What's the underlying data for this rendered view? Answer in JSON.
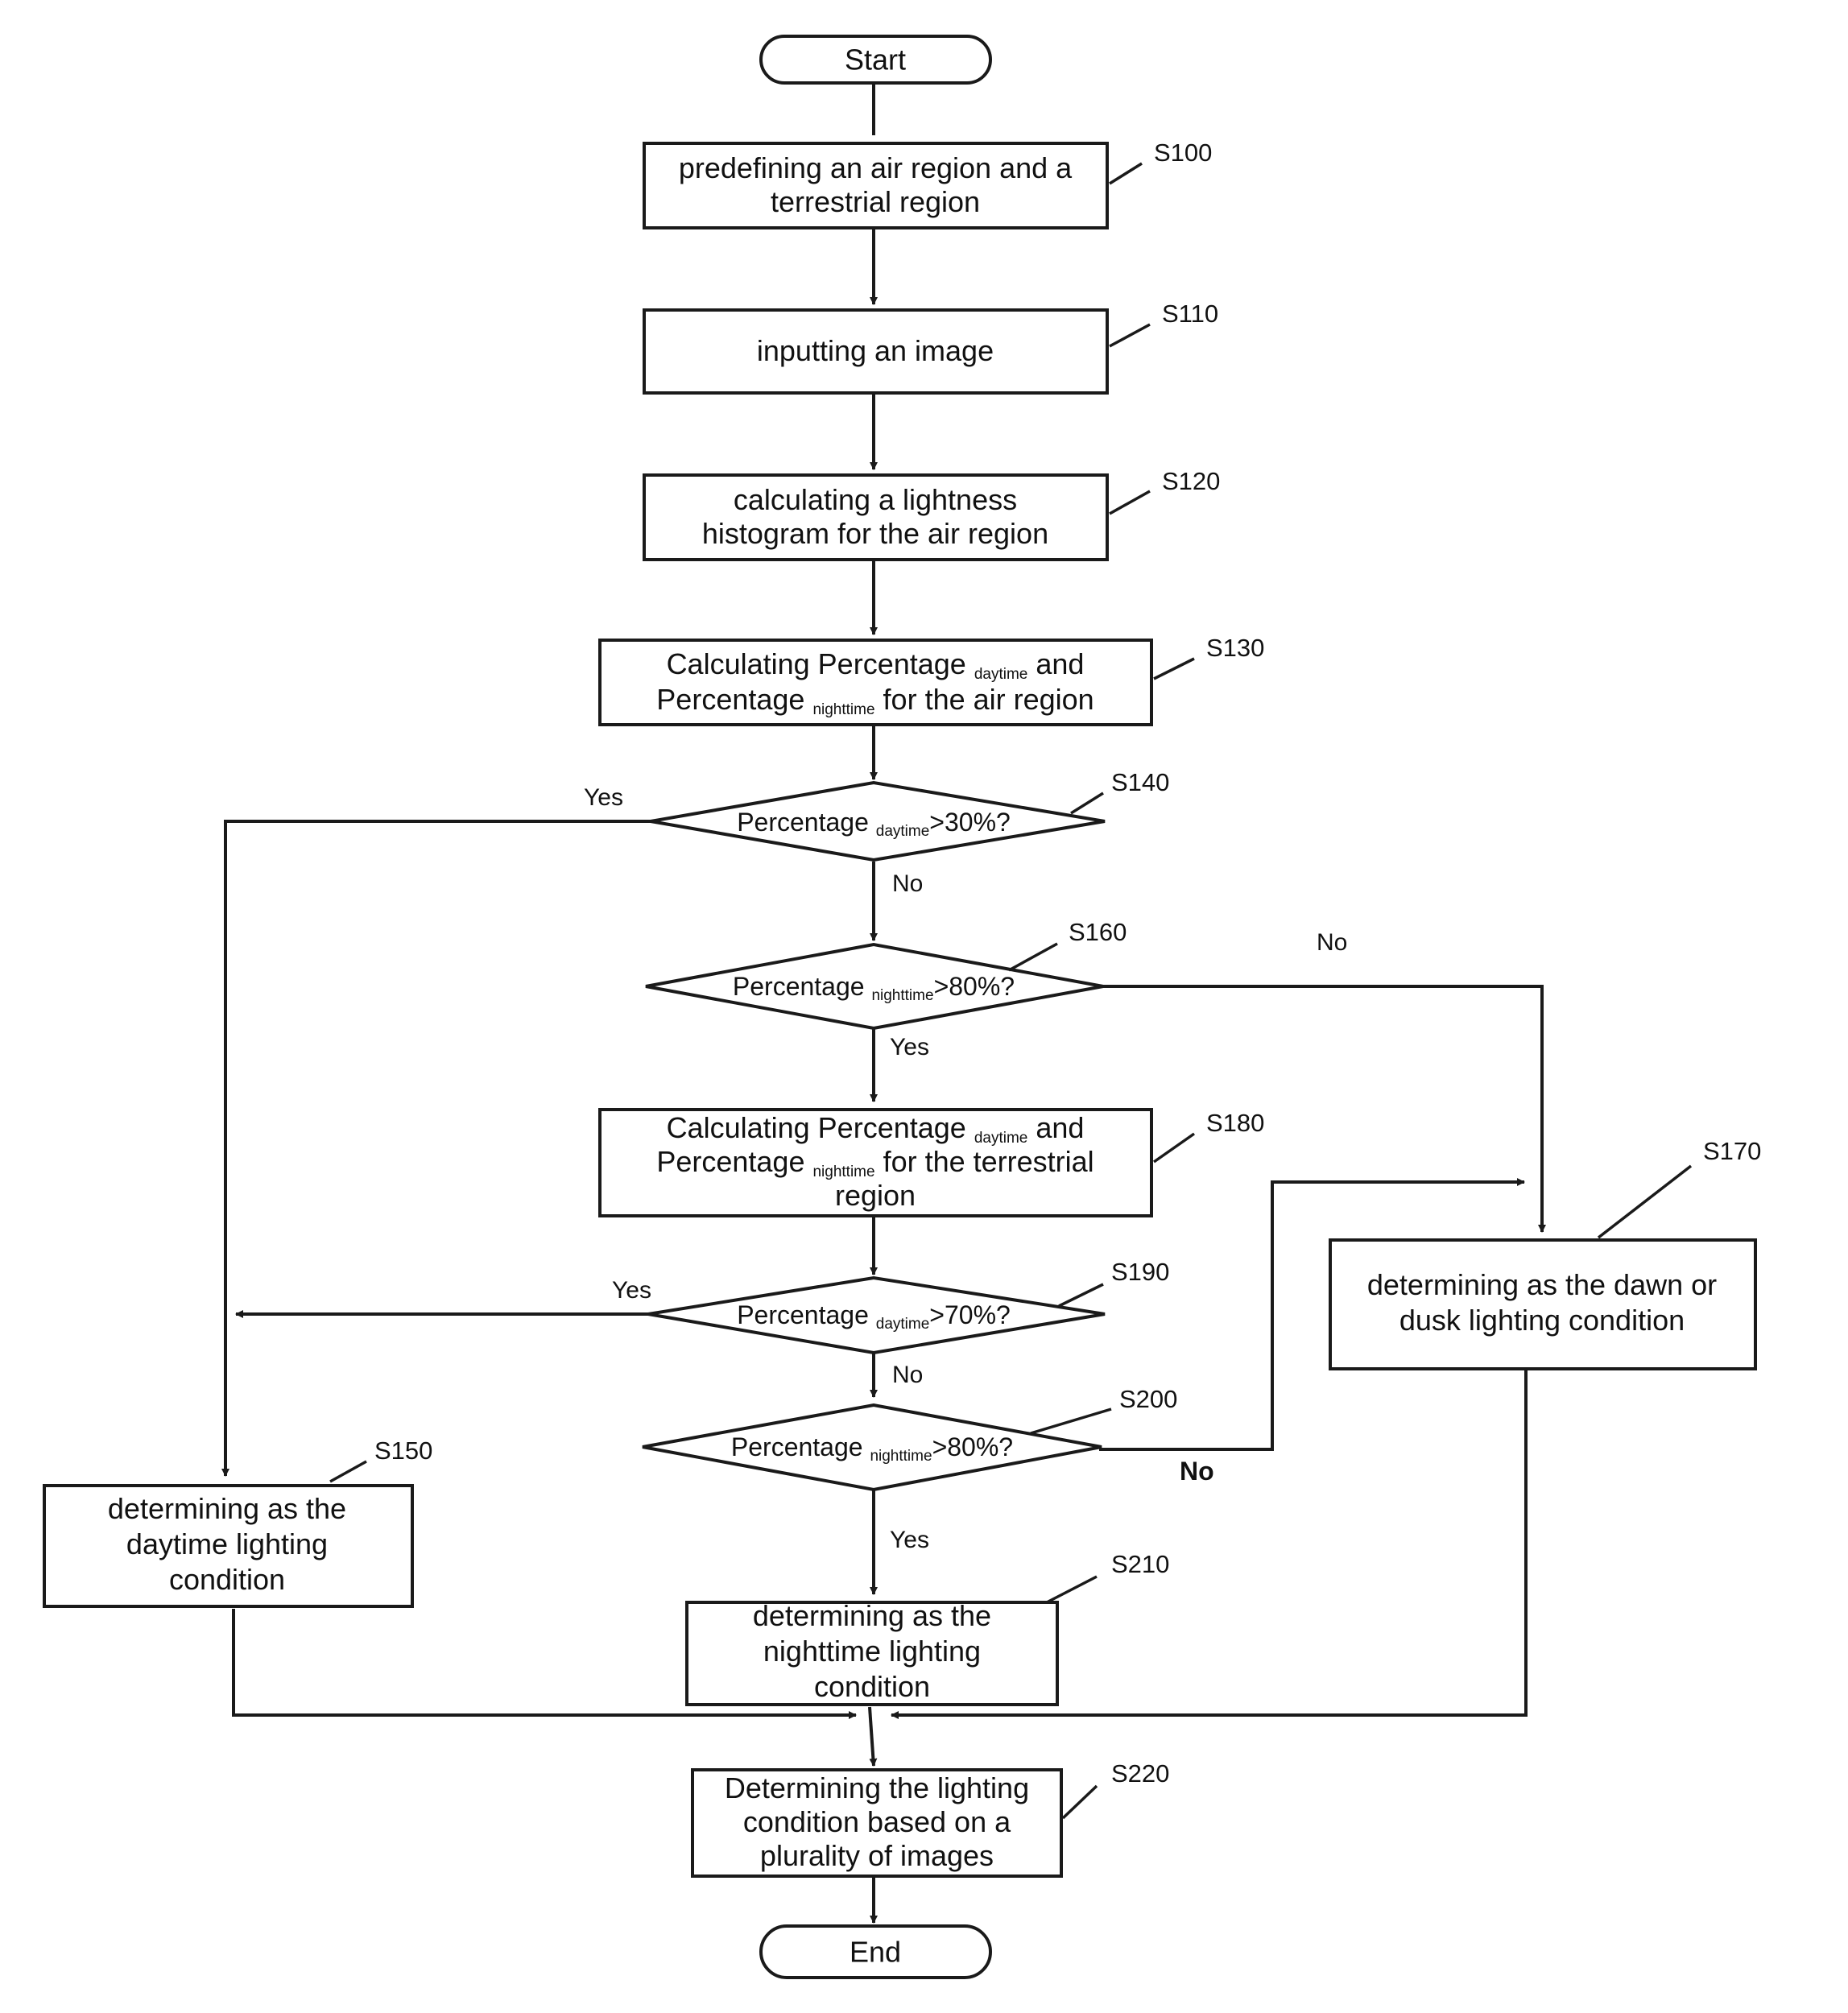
{
  "flowchart": {
    "start": "Start",
    "end": "End",
    "nodes": {
      "s100": {
        "step": "S100",
        "lines": [
          [
            "predefining an air region and a"
          ],
          [
            "terrestrial region"
          ]
        ]
      },
      "s110": {
        "step": "S110",
        "lines": [
          [
            "inputting an image"
          ]
        ]
      },
      "s120": {
        "step": "S120",
        "lines": [
          [
            "calculating a lightness"
          ],
          [
            "histogram for the air region"
          ]
        ]
      },
      "s130": {
        "step": "S130",
        "lines": [
          [
            "Calculating Percentage ",
            "daytime",
            " and"
          ],
          [
            "Percentage ",
            "nighttime",
            " for the air region"
          ]
        ]
      },
      "s140": {
        "step": "S140",
        "lines": [
          [
            "Percentage ",
            "daytime",
            ">30%?"
          ]
        ]
      },
      "s150": {
        "step": "S150",
        "lines": [
          [
            "determining as the"
          ],
          [
            "daytime lighting"
          ],
          [
            "condition"
          ]
        ]
      },
      "s160": {
        "step": "S160",
        "lines": [
          [
            "Percentage ",
            "nighttime",
            ">80%?"
          ]
        ]
      },
      "s170": {
        "step": "S170",
        "lines": [
          [
            "determining as the dawn or"
          ],
          [
            "dusk lighting condition"
          ]
        ]
      },
      "s180": {
        "step": "S180",
        "lines": [
          [
            "Calculating Percentage ",
            "daytime",
            " and"
          ],
          [
            "Percentage ",
            "nighttime",
            " for the terrestrial"
          ],
          [
            "region"
          ]
        ]
      },
      "s190": {
        "step": "S190",
        "lines": [
          [
            "Percentage ",
            "daytime",
            ">70%?"
          ]
        ]
      },
      "s200": {
        "step": "S200",
        "lines": [
          [
            "Percentage ",
            "nighttime",
            ">80%?"
          ]
        ]
      },
      "s210": {
        "step": "S210",
        "lines": [
          [
            "determining as the"
          ],
          [
            "nighttime lighting"
          ],
          [
            "condition"
          ]
        ]
      },
      "s220": {
        "step": "S220",
        "lines": [
          [
            "Determining the lighting"
          ],
          [
            "condition based on a"
          ],
          [
            "plurality of images"
          ]
        ]
      }
    },
    "edge_labels": {
      "s140_yes": "Yes",
      "s140_no": "No",
      "s160_no": "No",
      "s160_yes": "Yes",
      "s190_yes": "Yes",
      "s190_no": "No",
      "s200_no": "No",
      "s200_yes": "Yes"
    }
  }
}
